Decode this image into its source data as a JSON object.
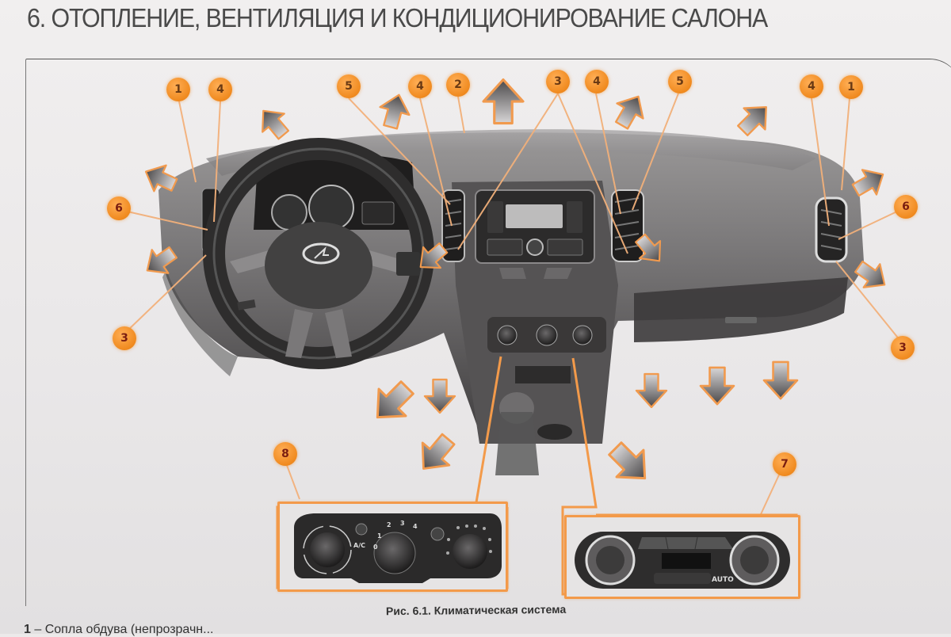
{
  "page": {
    "title": "6. ОТОПЛЕНИЕ, ВЕНТИЛЯЦИЯ И КОНДИЦИОНИРОВАНИЕ САЛОНА",
    "figure_caption": "Рис. 6.1. Климатическая система",
    "legend_first_item_number": "1",
    "legend_first_item_text": "– Сопла обдува (непрозрачн..."
  },
  "callouts": [
    {
      "id": "c1-left",
      "number": "1",
      "target": "side window defrost nozzle (left)"
    },
    {
      "id": "c4-left",
      "number": "4",
      "target": "side vent (left)"
    },
    {
      "id": "c5-left",
      "number": "5",
      "target": "central vent (left)"
    },
    {
      "id": "c4-center-left",
      "number": "4",
      "target": "central vent (left)"
    },
    {
      "id": "c2",
      "number": "2",
      "target": "windshield defrost nozzle"
    },
    {
      "id": "c3-center",
      "number": "3",
      "target": "central vent adjusters"
    },
    {
      "id": "c4-center-right",
      "number": "4",
      "target": "central vent (right)"
    },
    {
      "id": "c5-right",
      "number": "5",
      "target": "central vent (right)"
    },
    {
      "id": "c4-right",
      "number": "4",
      "target": "side vent (right)"
    },
    {
      "id": "c1-right",
      "number": "1",
      "target": "side window defrost nozzle (right)"
    },
    {
      "id": "c6-left",
      "number": "6",
      "target": "side vent louver (left)"
    },
    {
      "id": "c6-right",
      "number": "6",
      "target": "side vent louver (right)"
    },
    {
      "id": "c3-left",
      "number": "3",
      "target": "vent adjuster (left)"
    },
    {
      "id": "c3-right",
      "number": "3",
      "target": "vent adjuster (right)"
    },
    {
      "id": "c8",
      "number": "8",
      "target": "manual climate control panel"
    },
    {
      "id": "c7",
      "number": "7",
      "target": "automatic climate control panel"
    }
  ],
  "manual_panel": {
    "fan_speeds": [
      "0",
      "1",
      "2",
      "3",
      "4"
    ],
    "ac_label": "A/C"
  },
  "auto_panel": {
    "auto_label": "AUTO"
  }
}
